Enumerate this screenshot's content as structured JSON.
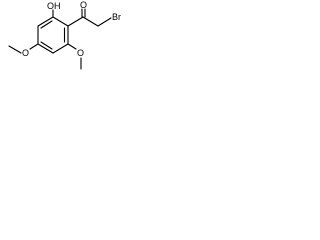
{
  "molecule": {
    "atom_labels": {
      "oh": "OH",
      "carbonyl_o": "O",
      "br": "Br",
      "methoxy_left_o": "O",
      "methoxy_right_o": "O"
    }
  }
}
